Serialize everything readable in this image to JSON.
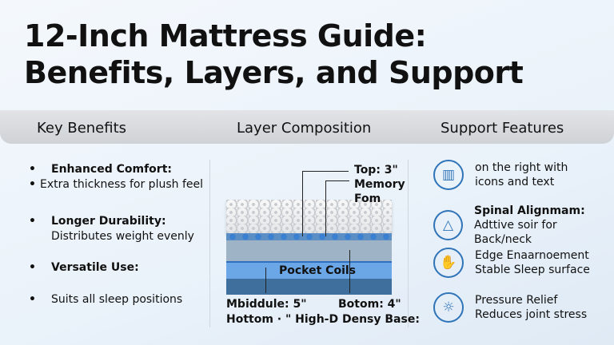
{
  "title": {
    "line1": "12-Inch Mattress Guide:",
    "line2": "Benefits, Layers, and Support"
  },
  "columns": {
    "benefits": "Key Benefits",
    "layers": "Layer Composition",
    "support": "Support Features"
  },
  "benefits": [
    {
      "title": "Enhanced Comfort:",
      "text": "Extra thickness for plush feel"
    },
    {
      "title": "Longer Durability:",
      "text": "Distributes weight evenly"
    },
    {
      "title": "Versatile Use:",
      "text": ""
    },
    {
      "title": "",
      "text": "Suits all sleep positions"
    }
  ],
  "layers": {
    "top": "Top: 3\"",
    "top2": "Memory",
    "top3": "Fom",
    "coils": "Pocket Coils",
    "middle": "Mbiddule: 5\"",
    "bottom": "Botom: 4\"",
    "base": "Hottom · \" High-D Densy Base:"
  },
  "features": [
    {
      "icon": "chart-icon",
      "line1": "on the right with",
      "line2": "icons and text"
    },
    {
      "icon": "spine-icon",
      "line1": "Spinal Alignmam:",
      "line2": "Adttive soir for Back/neck"
    },
    {
      "icon": "hand-icon",
      "line1": "Edge Enaarnoement",
      "line2": "Stable Sleep surface"
    },
    {
      "icon": "pressure-icon",
      "line1": "Pressure Relief",
      "line2": "Reduces joint stress"
    }
  ],
  "colors": {
    "accent": "#2f74b8"
  }
}
